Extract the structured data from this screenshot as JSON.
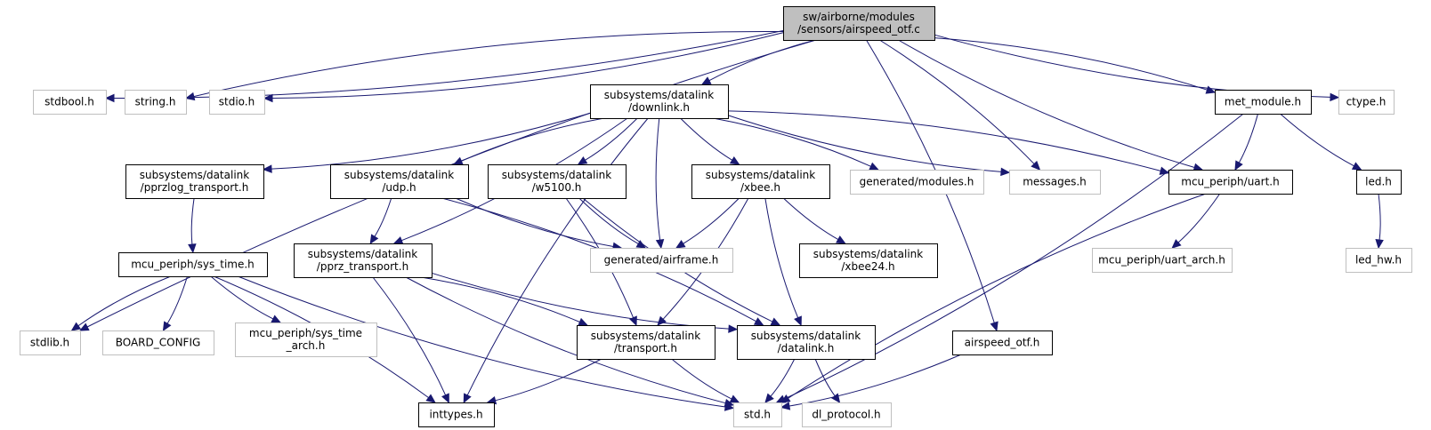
{
  "graph": {
    "colors": {
      "root_fill": "#bfbfbf",
      "root_border": "#000000",
      "documented_border": "#000000",
      "external_border": "#bfbfbf",
      "node_fill": "#ffffff",
      "edge": "#191970",
      "external_text": "#474747"
    },
    "nodes": [
      {
        "id": "root",
        "lines": [
          "sw/airborne/modules",
          "/sensors/airspeed_otf.c"
        ],
        "kind": "root"
      },
      {
        "id": "stdbool",
        "lines": [
          "stdbool.h"
        ],
        "kind": "external"
      },
      {
        "id": "string",
        "lines": [
          "string.h"
        ],
        "kind": "external"
      },
      {
        "id": "stdio",
        "lines": [
          "stdio.h"
        ],
        "kind": "external"
      },
      {
        "id": "downlink",
        "lines": [
          "subsystems/datalink",
          "/downlink.h"
        ],
        "kind": "documented"
      },
      {
        "id": "met_module",
        "lines": [
          "met_module.h"
        ],
        "kind": "documented"
      },
      {
        "id": "ctype",
        "lines": [
          "ctype.h"
        ],
        "kind": "external"
      },
      {
        "id": "pprzlog",
        "lines": [
          "subsystems/datalink",
          "/pprzlog_transport.h"
        ],
        "kind": "documented"
      },
      {
        "id": "udp",
        "lines": [
          "subsystems/datalink",
          "/udp.h"
        ],
        "kind": "documented"
      },
      {
        "id": "w5100",
        "lines": [
          "subsystems/datalink",
          "/w5100.h"
        ],
        "kind": "documented"
      },
      {
        "id": "xbee",
        "lines": [
          "subsystems/datalink",
          "/xbee.h"
        ],
        "kind": "documented"
      },
      {
        "id": "gen_modules",
        "lines": [
          "generated/modules.h"
        ],
        "kind": "external"
      },
      {
        "id": "messages",
        "lines": [
          "messages.h"
        ],
        "kind": "external"
      },
      {
        "id": "uart",
        "lines": [
          "mcu_periph/uart.h"
        ],
        "kind": "documented"
      },
      {
        "id": "led",
        "lines": [
          "led.h"
        ],
        "kind": "documented"
      },
      {
        "id": "sys_time",
        "lines": [
          "mcu_periph/sys_time.h"
        ],
        "kind": "documented"
      },
      {
        "id": "pprz_transport",
        "lines": [
          "subsystems/datalink",
          "/pprz_transport.h"
        ],
        "kind": "documented"
      },
      {
        "id": "gen_airframe",
        "lines": [
          "generated/airframe.h"
        ],
        "kind": "external"
      },
      {
        "id": "xbee24",
        "lines": [
          "subsystems/datalink",
          "/xbee24.h"
        ],
        "kind": "documented"
      },
      {
        "id": "uart_arch",
        "lines": [
          "mcu_periph/uart_arch.h"
        ],
        "kind": "external"
      },
      {
        "id": "led_hw",
        "lines": [
          "led_hw.h"
        ],
        "kind": "external"
      },
      {
        "id": "stdlib",
        "lines": [
          "stdlib.h"
        ],
        "kind": "external"
      },
      {
        "id": "board_config",
        "lines": [
          "BOARD_CONFIG"
        ],
        "kind": "external"
      },
      {
        "id": "sys_time_arch",
        "lines": [
          "mcu_periph/sys_time",
          "_arch.h"
        ],
        "kind": "external"
      },
      {
        "id": "transport",
        "lines": [
          "subsystems/datalink",
          "/transport.h"
        ],
        "kind": "documented"
      },
      {
        "id": "datalink",
        "lines": [
          "subsystems/datalink",
          "/datalink.h"
        ],
        "kind": "documented"
      },
      {
        "id": "airspeed_otf",
        "lines": [
          "airspeed_otf.h"
        ],
        "kind": "documented"
      },
      {
        "id": "inttypes",
        "lines": [
          "inttypes.h"
        ],
        "kind": "documented"
      },
      {
        "id": "std",
        "lines": [
          "std.h"
        ],
        "kind": "external"
      },
      {
        "id": "dl_protocol",
        "lines": [
          "dl_protocol.h"
        ],
        "kind": "external"
      }
    ],
    "edges": [
      {
        "from": "root",
        "to": "stdbool"
      },
      {
        "from": "root",
        "to": "string"
      },
      {
        "from": "root",
        "to": "stdio"
      },
      {
        "from": "root",
        "to": "downlink"
      },
      {
        "from": "root",
        "to": "met_module"
      },
      {
        "from": "root",
        "to": "ctype"
      },
      {
        "from": "root",
        "to": "messages"
      },
      {
        "from": "root",
        "to": "uart"
      },
      {
        "from": "root",
        "to": "airspeed_otf"
      },
      {
        "from": "root",
        "to": "stdlib"
      },
      {
        "from": "downlink",
        "to": "pprzlog"
      },
      {
        "from": "downlink",
        "to": "udp"
      },
      {
        "from": "downlink",
        "to": "w5100"
      },
      {
        "from": "downlink",
        "to": "xbee"
      },
      {
        "from": "downlink",
        "to": "gen_modules"
      },
      {
        "from": "downlink",
        "to": "messages"
      },
      {
        "from": "downlink",
        "to": "uart"
      },
      {
        "from": "downlink",
        "to": "gen_airframe"
      },
      {
        "from": "downlink",
        "to": "pprz_transport"
      },
      {
        "from": "downlink",
        "to": "inttypes"
      },
      {
        "from": "met_module",
        "to": "uart"
      },
      {
        "from": "met_module",
        "to": "led"
      },
      {
        "from": "met_module",
        "to": "std"
      },
      {
        "from": "pprzlog",
        "to": "sys_time"
      },
      {
        "from": "udp",
        "to": "pprz_transport"
      },
      {
        "from": "udp",
        "to": "gen_airframe"
      },
      {
        "from": "udp",
        "to": "datalink"
      },
      {
        "from": "w5100",
        "to": "gen_airframe"
      },
      {
        "from": "w5100",
        "to": "transport"
      },
      {
        "from": "w5100",
        "to": "datalink"
      },
      {
        "from": "xbee",
        "to": "gen_airframe"
      },
      {
        "from": "xbee",
        "to": "xbee24"
      },
      {
        "from": "xbee",
        "to": "transport"
      },
      {
        "from": "xbee",
        "to": "datalink"
      },
      {
        "from": "uart",
        "to": "uart_arch"
      },
      {
        "from": "uart",
        "to": "std"
      },
      {
        "from": "led",
        "to": "led_hw"
      },
      {
        "from": "sys_time",
        "to": "stdlib"
      },
      {
        "from": "sys_time",
        "to": "board_config"
      },
      {
        "from": "sys_time",
        "to": "sys_time_arch"
      },
      {
        "from": "sys_time",
        "to": "inttypes"
      },
      {
        "from": "sys_time",
        "to": "std"
      },
      {
        "from": "pprz_transport",
        "to": "transport"
      },
      {
        "from": "pprz_transport",
        "to": "datalink"
      },
      {
        "from": "pprz_transport",
        "to": "inttypes"
      },
      {
        "from": "pprz_transport",
        "to": "std"
      },
      {
        "from": "transport",
        "to": "inttypes"
      },
      {
        "from": "transport",
        "to": "std"
      },
      {
        "from": "datalink",
        "to": "std"
      },
      {
        "from": "datalink",
        "to": "dl_protocol"
      },
      {
        "from": "airspeed_otf",
        "to": "std"
      }
    ]
  }
}
